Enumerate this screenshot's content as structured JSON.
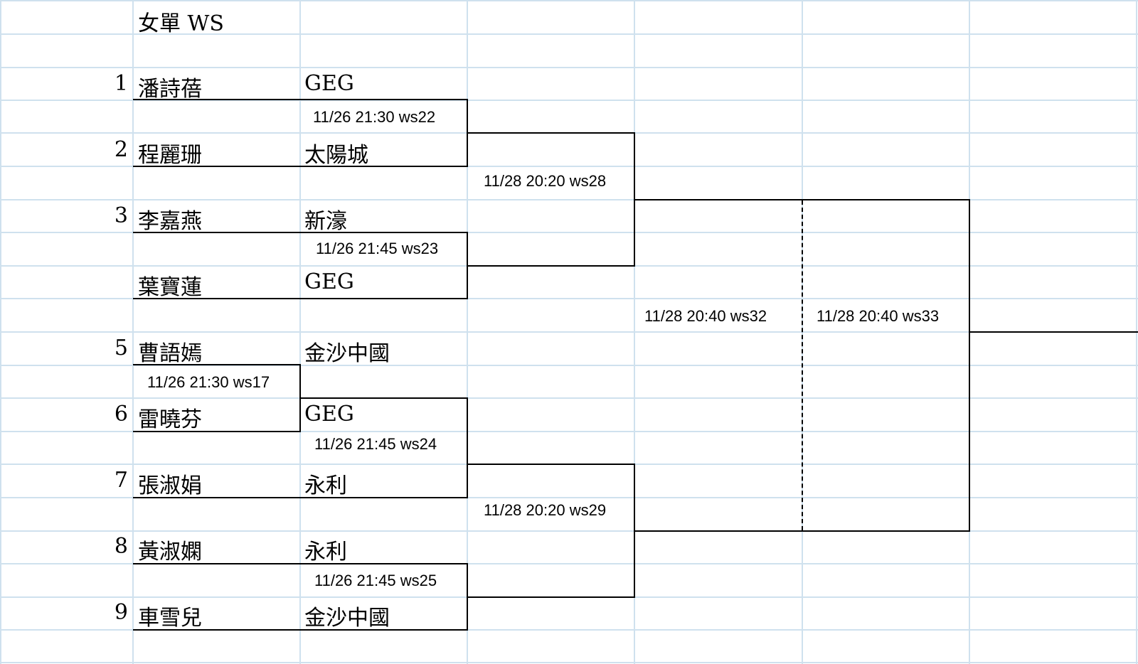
{
  "title": "女單 WS",
  "entries": [
    {
      "seed": "1",
      "name": "潘詩蓓",
      "team": "GEG"
    },
    {
      "seed": "2",
      "name": "程麗珊",
      "team": "太陽城"
    },
    {
      "seed": "3",
      "name": "李嘉燕",
      "team": "新濠"
    },
    {
      "seed": "",
      "name": "葉寶蓮",
      "team": "GEG"
    },
    {
      "seed": "5",
      "name": "曹語嫣",
      "team": "金沙中國"
    },
    {
      "seed": "6",
      "name": "雷曉芬",
      "team": "GEG"
    },
    {
      "seed": "7",
      "name": "張淑娟",
      "team": "永利"
    },
    {
      "seed": "8",
      "name": "黃淑嫻",
      "team": "永利"
    },
    {
      "seed": "9",
      "name": "車雪兒",
      "team": "金沙中國"
    }
  ],
  "matches": {
    "ws17": "11/26 21:30 ws17",
    "ws22": "11/26 21:30 ws22",
    "ws23": "11/26 21:45 ws23",
    "ws24": "11/26 21:45 ws24",
    "ws25": "11/26 21:45 ws25",
    "ws28": "11/28 20:20 ws28",
    "ws29": "11/28 20:20 ws29",
    "ws32": "11/28 20:40 ws32",
    "ws33": "11/28 20:40 ws33"
  }
}
